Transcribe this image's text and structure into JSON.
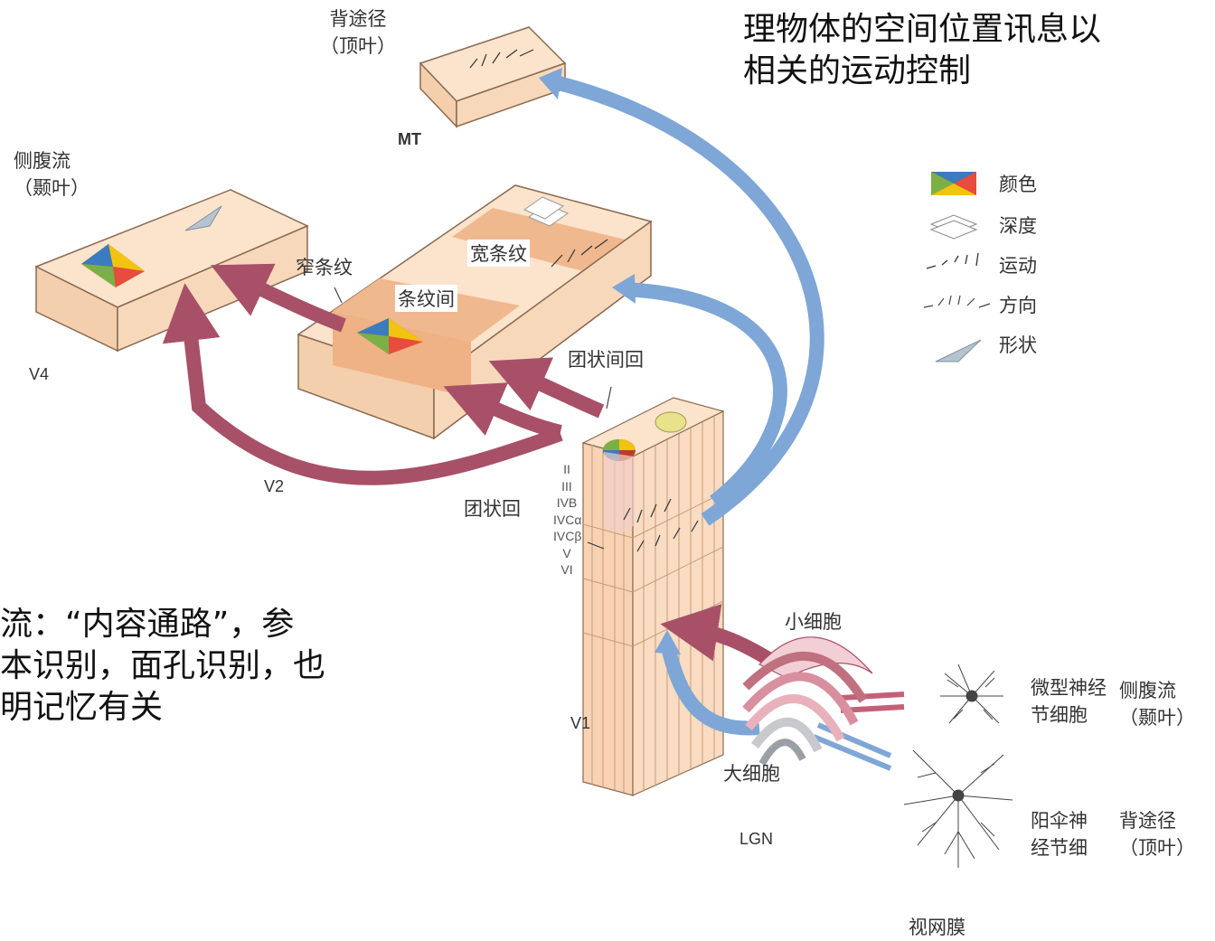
{
  "top_text": {
    "line1": "理物体的空间位置讯息以",
    "line2": "相关的运动控制"
  },
  "left_text": {
    "line1": "流：“内容通路”，参",
    "line2": "本识别，面孔识别，也",
    "line3": "明记忆有关"
  },
  "areas": {
    "mt": "MT",
    "v4": "V4",
    "v2": "V2",
    "v1": "V1",
    "lgn": "LGN"
  },
  "stream_labels": {
    "dorsal_top": "背途径",
    "dorsal_top_sub": "（顶叶）",
    "ventral_left": "侧腹流",
    "ventral_left_sub": "（颞叶）",
    "ventral_right": "侧腹流",
    "ventral_right_sub": "（颞叶）",
    "dorsal_right": "背途径",
    "dorsal_right_sub": "（顶叶）"
  },
  "v2_stripes": {
    "thin": "窄条纹",
    "thick": "宽条纹",
    "inter": "条纹间"
  },
  "blobs": {
    "interblob": "团状间回",
    "blob": "团状回"
  },
  "v1_layers": [
    "II",
    "III",
    "IVB",
    "IVCα",
    "IVCβ",
    "V",
    "VI"
  ],
  "lgn_cells": {
    "parvo": "小细胞",
    "magno": "大细胞"
  },
  "retina": {
    "midget_1": "微型神经",
    "midget_2": "节细胞",
    "parasol_1": "阳伞神",
    "parasol_2": "经节细",
    "retina": "视网膜"
  },
  "legend": [
    {
      "icon": "color-icon",
      "label": "颜色"
    },
    {
      "icon": "depth-icon",
      "label": "深度"
    },
    {
      "icon": "motion-icon",
      "label": "运动"
    },
    {
      "icon": "orientation-icon",
      "label": "方向"
    },
    {
      "icon": "form-icon",
      "label": "形状"
    }
  ],
  "colors": {
    "parvo_pathway": "#a85068",
    "magno_pathway": "#7ea6d6",
    "tissue": "#f8dcc0",
    "stripe": "#f0b88e"
  }
}
